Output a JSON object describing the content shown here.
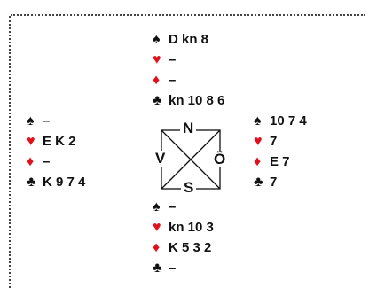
{
  "colors": {
    "black_suit": "#111111",
    "red_suit": "#e0101c"
  },
  "suit_icons": {
    "spades": "♠",
    "hearts": "♥",
    "diamonds": "♦",
    "clubs": "♣"
  },
  "compass": {
    "north": "N",
    "south": "S",
    "west": "V",
    "east": "Ö"
  },
  "hands": {
    "north": {
      "spades": "D kn 8",
      "hearts": "–",
      "diamonds": "–",
      "clubs": "kn 10 8 6"
    },
    "west": {
      "spades": "–",
      "hearts": "E K 2",
      "diamonds": "–",
      "clubs": "K 9 7 4"
    },
    "east": {
      "spades": "10 7 4",
      "hearts": "7",
      "diamonds": "E 7",
      "clubs": "7"
    },
    "south": {
      "spades": "–",
      "hearts": "kn 10 3",
      "diamonds": "K 5 3 2",
      "clubs": "–"
    }
  }
}
